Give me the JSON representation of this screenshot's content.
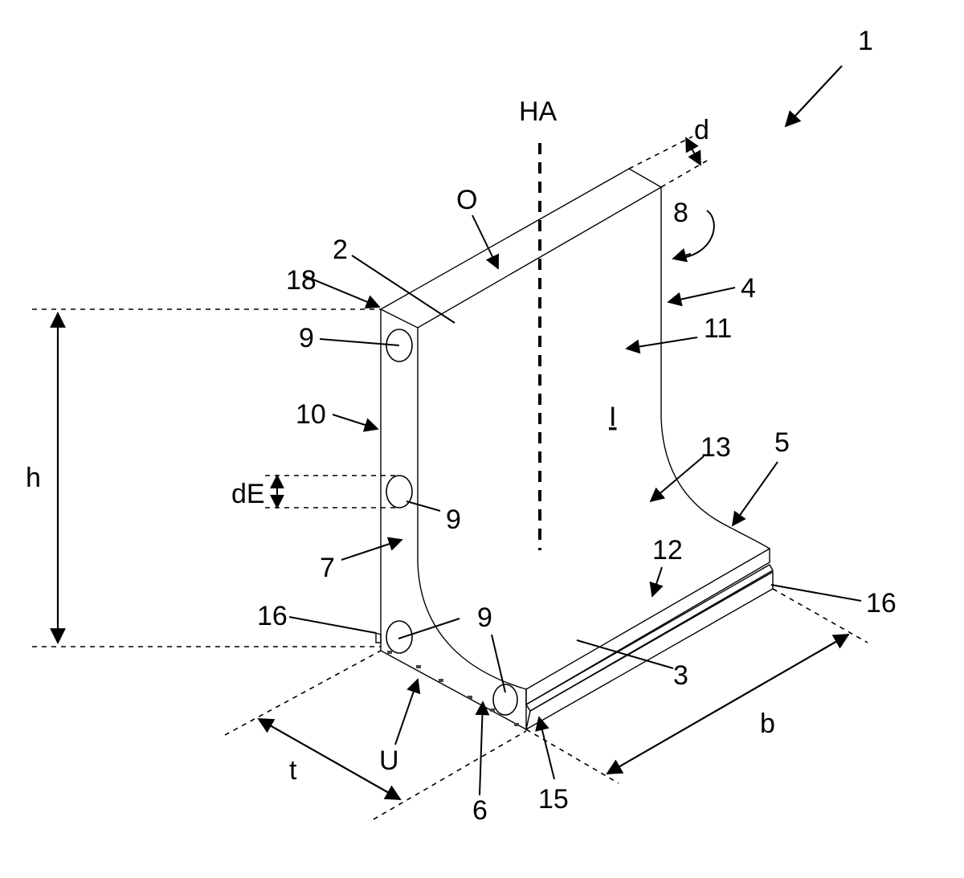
{
  "colors": {
    "line": "#000000",
    "background": "#ffffff"
  },
  "labels": {
    "ref_1": "1",
    "HA": "HA",
    "d": "d",
    "O": "O",
    "ref_8": "8",
    "ref_2": "2",
    "ref_18": "18",
    "ref_4": "4",
    "ref_9_top": "9",
    "ref_11": "11",
    "ref_10": "10",
    "I": "I",
    "ref_13": "13",
    "ref_5": "5",
    "h": "h",
    "dE": "dE",
    "ref_9_mid": "9",
    "ref_7": "7",
    "ref_12": "12",
    "ref_16_right": "16",
    "ref_16_left": "16",
    "ref_9_bottom": "9",
    "ref_9_corner": "9",
    "ref_3": "3",
    "U": "U",
    "b": "b",
    "t": "t",
    "ref_6": "6",
    "ref_15": "15"
  }
}
